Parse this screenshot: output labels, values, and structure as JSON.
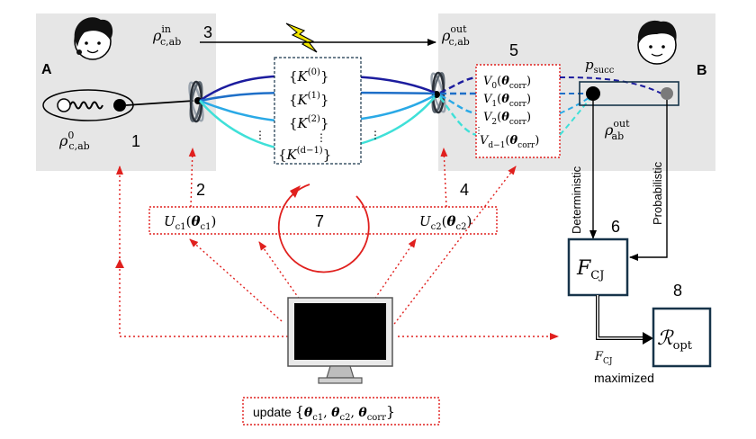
{
  "labels": {
    "party_a": "A",
    "party_b": "B",
    "rho_c_ab_0": "ρ⁰c,ab",
    "rho_c_ab_in": "ρⁱⁿc,ab",
    "rho_c_ab_out": "ρᵒᵘᵗc,ab",
    "rho_ab_out": "ρᵒᵘᵗab",
    "p_succ": "psucc",
    "step_1": "1",
    "step_2": "2",
    "step_3": "3",
    "step_4": "4",
    "step_5": "5",
    "step_6": "6",
    "step_7": "7",
    "step_8": "8",
    "u_c1": "Uc1(θc1)",
    "u_c2": "Uc2(θc2)",
    "kraus": [
      "{K(0)}",
      "{K(1)}",
      "{K(2)}",
      "⋮",
      "{K(d−1)}"
    ],
    "corrections": [
      "V0(θcorr)",
      "V1(θcorr)",
      "V2(θcorr)",
      "⋮",
      "Vd−1(θcorr)"
    ],
    "deterministic": "Deterministic",
    "probabilistic": "Probabilistic",
    "f_cj": "FCJ",
    "f_cj_small": "FCJ",
    "maximized": "maximized",
    "r_opt": "Ropt",
    "update": "update {θc1, θc2, θcorr}"
  },
  "colors": {
    "channel_dark": "#1c1c9e",
    "channel_mid": "#1e6fc8",
    "channel_light": "#2aa9e6",
    "channel_cyan": "#3fe0d8",
    "feedback_red": "#e0201e",
    "panel_gray": "#e6e6e6",
    "box_dark": "#17344a"
  }
}
